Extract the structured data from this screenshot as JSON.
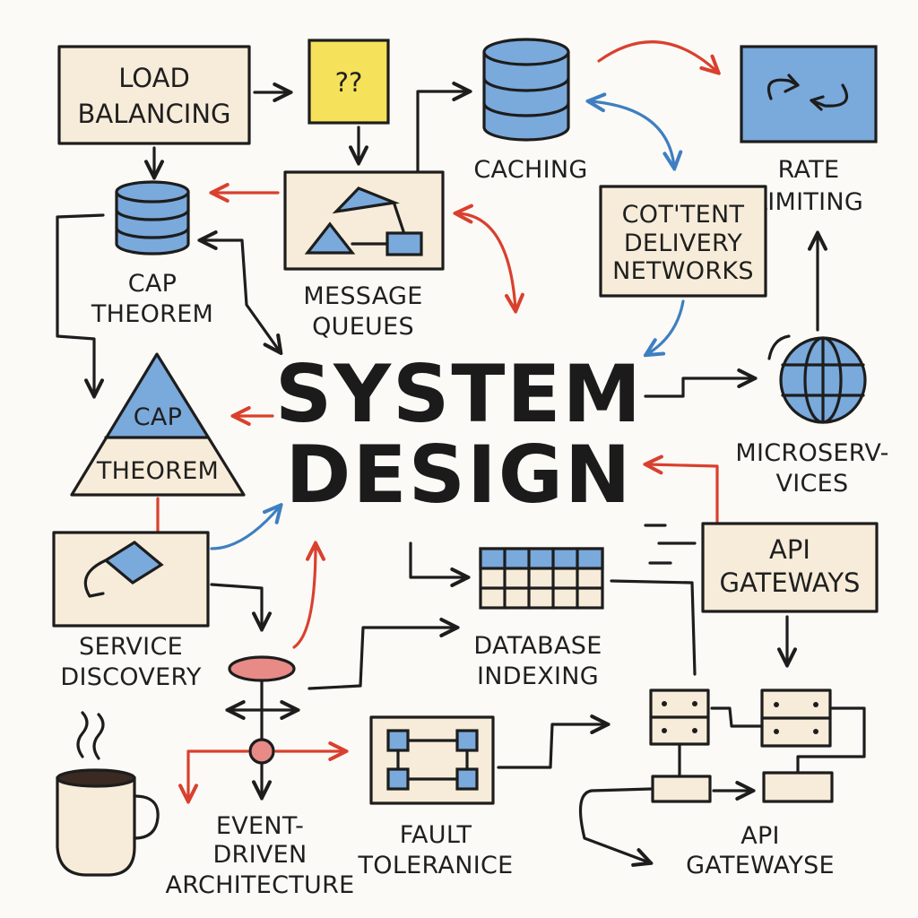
{
  "title": {
    "line1": "SYSTEM",
    "line2": "DESIGN"
  },
  "nodes": {
    "load_balancing": {
      "line1": "LOAD",
      "line2": "BALANCING"
    },
    "unknown_box": {
      "text": "??"
    },
    "caching": {
      "text": "CACHING"
    },
    "rate_limiting": {
      "line1": "RATE",
      "line2": "LIMITING"
    },
    "cap_db": {
      "line1": "CAP",
      "line2": "THEOREM"
    },
    "message_queues": {
      "line1": "MESSAGE",
      "line2": "QUEUES"
    },
    "cdn": {
      "line1": "COT'TENT",
      "line2": "DELIVERY",
      "line3": "NETWORKS"
    },
    "cap_triangle": {
      "line1": "CAP",
      "line2": "THEOREM"
    },
    "microservices": {
      "line1": "MICROSERV-",
      "line2": "VICES"
    },
    "service_discovery": {
      "line1": "SERVICE",
      "line2": "DISCOVERY"
    },
    "api_gateways": {
      "line1": "API",
      "line2": "GATEWAYS"
    },
    "database_indexing": {
      "line1": "DATABASE",
      "line2": "INDEXING"
    },
    "event_driven": {
      "line1": "EVENT-",
      "line2": "DRIVEN",
      "line3": "ARCHITECTURE"
    },
    "fault_tolerance": {
      "line1": "FAULT",
      "line2": "TOLERANICE"
    },
    "api_gatewayse": {
      "line1": "API",
      "line2": "GATEWAYSE"
    }
  },
  "colors": {
    "ink": "#1d1d1d",
    "box": "#f7ecd9",
    "blue": "#7aa9db",
    "yellow": "#f5e15a",
    "red": "#d9402e",
    "pink": "#e88a86",
    "arrow_blue": "#3e7fc1"
  }
}
